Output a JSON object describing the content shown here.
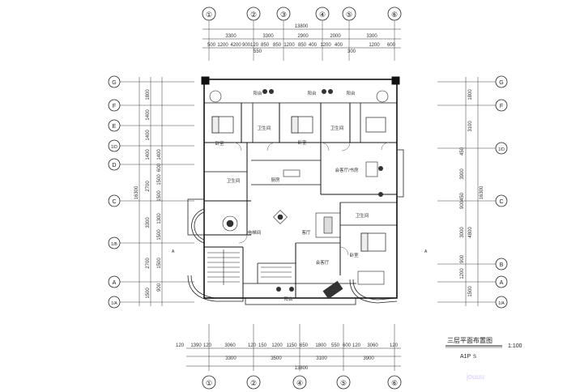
{
  "drawing": {
    "title": "三层平面布置图",
    "scale": "1:100",
    "sheet": "A1P",
    "sheet_suffix": "S",
    "watermark": "jouuu"
  },
  "axes": {
    "columns_top": [
      "①",
      "②",
      "③",
      "④",
      "⑤",
      "⑥"
    ],
    "columns_bottom": [
      "①",
      "②",
      "④",
      "⑤",
      "⑥"
    ],
    "rows_left": [
      "G",
      "F",
      "E",
      "1/D",
      "D",
      "C",
      "1/B",
      "A",
      "1/A"
    ],
    "rows_right": [
      "G",
      "F",
      "1/D",
      "C",
      "B",
      "A",
      "1/A"
    ]
  },
  "dimensions": {
    "top_total": "13800",
    "top_major": [
      "3300",
      "3300",
      "2900",
      "2000",
      "3300"
    ],
    "top_minor": [
      "500",
      "1200",
      "4200",
      "900",
      "120",
      "850",
      "850",
      "1200",
      "850",
      "400",
      "1200",
      "400",
      "1200",
      "600"
    ],
    "top_sub": [
      "550",
      "300"
    ],
    "bottom_total": "13800",
    "bottom_major": [
      "3300",
      "3500",
      "3100",
      "3900"
    ],
    "bottom_minor": [
      "120",
      "1390",
      "120",
      "3060",
      "120",
      "150",
      "1200",
      "1150",
      "650",
      "1800",
      "550",
      "600",
      "120",
      "3060",
      "120"
    ],
    "left_total": "16300",
    "left_values": [
      "1800",
      "1400",
      "1400",
      "1400",
      "1400",
      "600",
      "1500",
      "2700",
      "1500",
      "3300",
      "1300",
      "1500",
      "2700",
      "1500",
      "900",
      "1500"
    ],
    "right_total": "16300",
    "right_values": [
      "1800",
      "3100",
      "450",
      "3900",
      "900",
      "450",
      "3000",
      "4800",
      "900",
      "1200",
      "1500"
    ]
  },
  "rooms": {
    "balcony": "阳台",
    "bedroom": "卧室",
    "bathroom": "卫生间",
    "kitchen": "厨房",
    "living": "客厅",
    "reception": "会客厅/书房",
    "elevator": "电梯间",
    "hall": "会客厅"
  }
}
